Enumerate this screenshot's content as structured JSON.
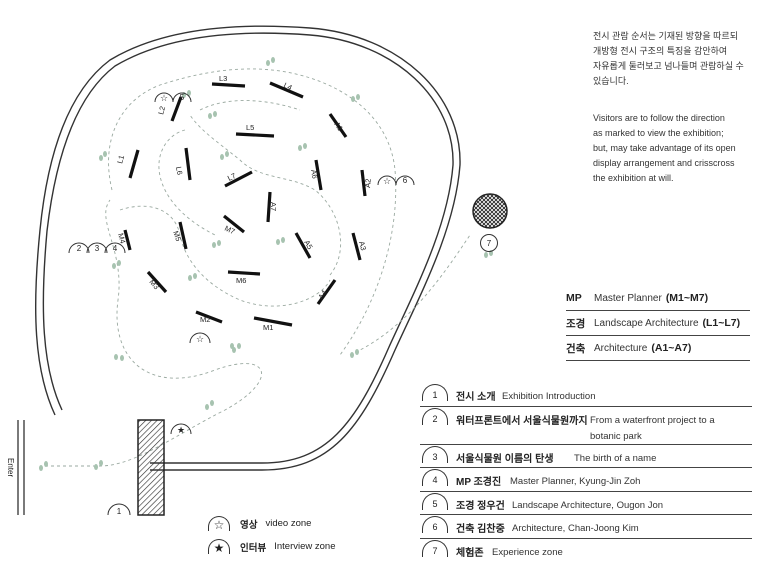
{
  "notes": {
    "korean": [
      "전시 관람 순서는 기재된 방향을 따르되",
      "개방형 전시 구조의 특징을 감안하여",
      "자유롭게 둘러보고 넘나들며 관람하실 수",
      "있습니다."
    ],
    "english": [
      "Visitors are to follow the direction",
      "as marked to view the exhibition;",
      "but, may take advantage of its open",
      "display arrangement and crisscross",
      "the exhibition at will."
    ]
  },
  "categories": [
    {
      "code": "MP",
      "label": "Master Planner",
      "range": "(M1~M7)"
    },
    {
      "code": "조경",
      "label": "Landscape Architecture",
      "range": "(L1~L7)"
    },
    {
      "code": "건축",
      "label": "Architecture",
      "range": "(A1~A7)"
    }
  ],
  "zones": [
    {
      "num": "1",
      "ko": "전시 소개",
      "en": "Exhibition Introduction"
    },
    {
      "num": "2",
      "ko": "워터프론트에서 서울식물원까지",
      "en": "From a waterfront project to a botanic park"
    },
    {
      "num": "3",
      "ko": "서울식물원 이름의 탄생",
      "en": "The birth of a name"
    },
    {
      "num": "4",
      "ko": "MP 조경진",
      "en": "Master Planner, Kyung-Jin Zoh"
    },
    {
      "num": "5",
      "ko": "조경 정우건",
      "en": "Landscape Architecture, Ougon Jon"
    },
    {
      "num": "6",
      "ko": "건축 김찬중",
      "en": "Architecture, Chan-Joong Kim"
    },
    {
      "num": "7",
      "ko": "체험존",
      "en": "Experience zone"
    }
  ],
  "icon_legend": [
    {
      "icon": "star-outline-icon",
      "glyph": "☆",
      "ko": "영상",
      "en": "video zone"
    },
    {
      "icon": "star-filled-icon",
      "glyph": "★",
      "ko": "인터뷰",
      "en": "Interview zone"
    }
  ],
  "enter_label": "Enter",
  "map_labels": {
    "L1": "L1",
    "L2": "L2",
    "L3": "L3",
    "L4": "L4",
    "L5": "L5",
    "L6": "L6",
    "L7": "L7",
    "M1": "M1",
    "M2": "M2",
    "M3": "M3",
    "M4": "M4",
    "M5": "M5",
    "M6": "M6",
    "M7": "M7",
    "A1": "A1",
    "A2": "A2",
    "A3": "A3",
    "A4": "A4",
    "A5": "A5",
    "A6": "A6",
    "A7": "A7"
  },
  "map_markers": {
    "m1": "1",
    "m2": "2",
    "m3": "3",
    "m4": "4",
    "m5": "5",
    "m6": "6",
    "m7": "7"
  },
  "colors": {
    "outline": "#333333",
    "path": "#9aa9a0",
    "footprint": "#a7c3b0",
    "text": "#222222"
  }
}
